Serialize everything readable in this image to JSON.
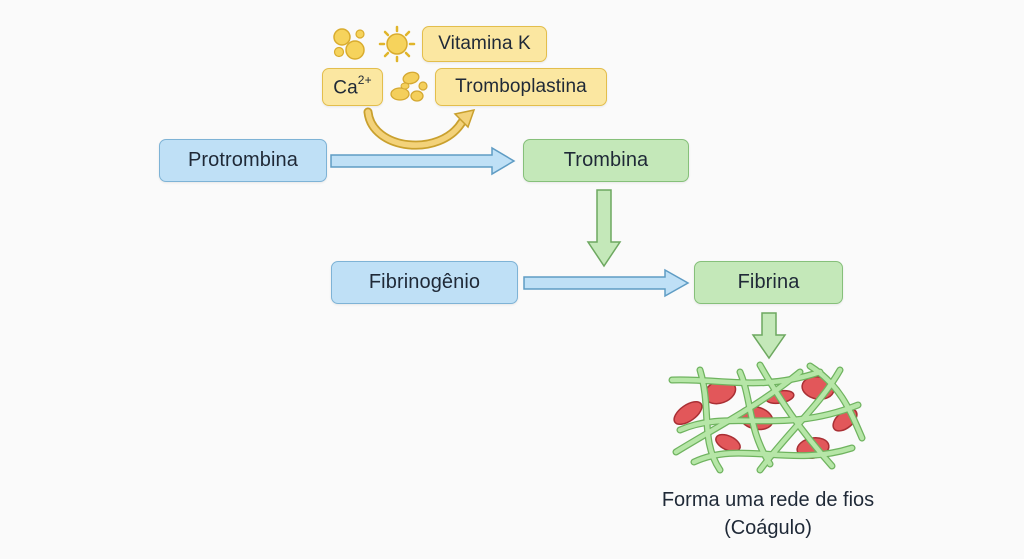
{
  "nodes": {
    "protrombina": "Protrombina",
    "trombina": "Trombina",
    "fibrinogenio": "Fibrinogênio",
    "fibrina": "Fibrina",
    "vitamina_k": "Vitamina K",
    "calcio_base": "Ca",
    "calcio_charge": "2+",
    "tromboplastina": "Tromboplastina"
  },
  "caption": {
    "line1": "Forma uma rede de fios",
    "line2": "(Coágulo)"
  },
  "colors": {
    "blue_fill": "#bfe0f6",
    "green_fill": "#c4e8b9",
    "yellow_fill": "#fbe7a1",
    "blood_cell": "#d9454a",
    "fibrin_strand": "#a9dc9a"
  },
  "icons": [
    "circles-cluster-icon",
    "sun-icon",
    "platelets-icon",
    "curved-arrow-icon",
    "blood-clot-illustration"
  ]
}
